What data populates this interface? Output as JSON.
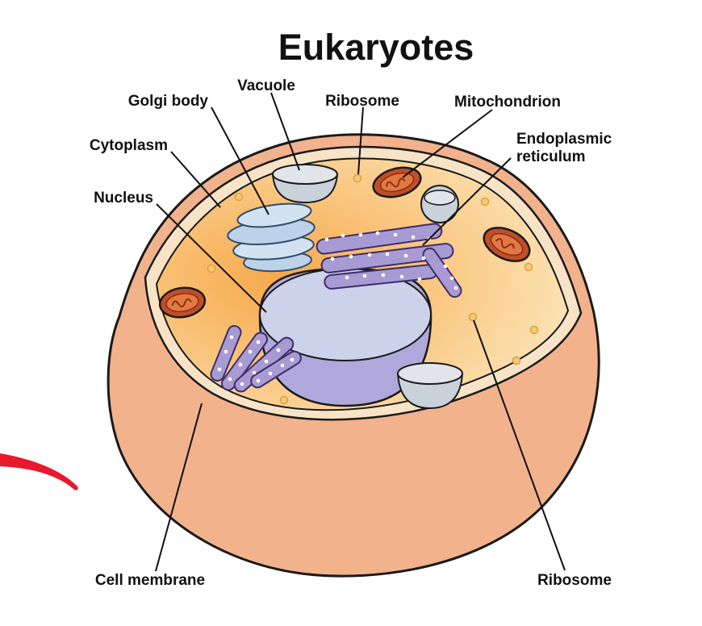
{
  "diagram": {
    "title": "Eukaryotes",
    "labels": {
      "golgi_body": "Golgi body",
      "vacuole": "Vacuole",
      "ribosome_top": "Ribosome",
      "mitochondrion": "Mitochondrion",
      "cytoplasm": "Cytoplasm",
      "endoplasmic_reticulum": {
        "line1": "Endoplasmic",
        "line2": "reticulum"
      },
      "nucleus": "Nucleus",
      "cell_membrane": "Cell membrane",
      "ribosome_bottom": "Ribosome"
    },
    "colors": {
      "membrane": "#f1b28c",
      "membrane_rim": "#f8e3c6",
      "cytoplasm_start": "#f7a94a",
      "cytoplasm_end": "#fdf1cf",
      "nucleus_body": "#b0a7da",
      "nucleus_top": "#ccd2ea",
      "endoplasmic_reticulum": "#a89bd4",
      "golgi": "#c6d9ec",
      "vesicle_grey": "#c9d1da",
      "mitochondrion_outer": "#bf4e2a",
      "mitochondrion_inner": "#e07a42",
      "ribosome_dot": "#f6cb70",
      "outline": "#1a1a1a",
      "decoration_red": "#e8192c"
    }
  }
}
